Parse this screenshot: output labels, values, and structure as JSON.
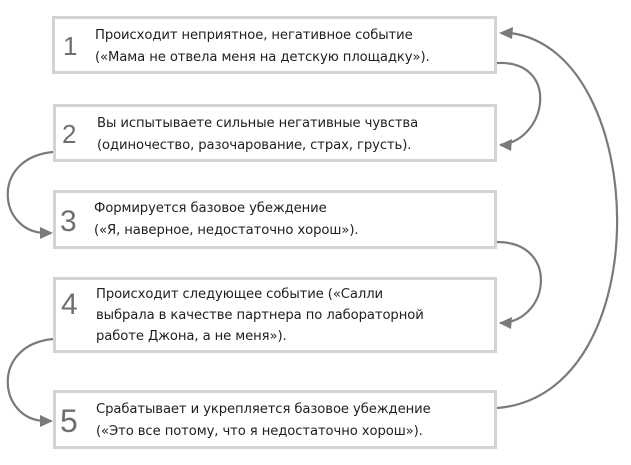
{
  "diagram": {
    "steps": [
      {
        "number": "1",
        "lines": [
          "Происходит неприятное, негативное событие",
          "(«Мама не отвела меня на детскую площадку»)."
        ]
      },
      {
        "number": "2",
        "lines": [
          "Вы испытываете сильные негативные чувства",
          "(одиночество, разочарование, страх, грусть)."
        ]
      },
      {
        "number": "3",
        "lines": [
          "Формируется базовое убеждение",
          "(«Я, наверное, недостаточно хорош»)."
        ]
      },
      {
        "number": "4",
        "lines": [
          "Происходит следующее событие («Салли",
          "выбрала в качестве партнера по лабораторной",
          "работе Джона, а не меня»)."
        ]
      },
      {
        "number": "5",
        "lines": [
          "Срабатывает и укрепляется базовое убеждение",
          "(«Это все потому, что я недостаточно хорош»)."
        ]
      }
    ],
    "connections": [
      {
        "from": "1",
        "to": "2",
        "side": "right"
      },
      {
        "from": "2",
        "to": "3",
        "side": "left"
      },
      {
        "from": "3",
        "to": "4",
        "side": "right"
      },
      {
        "from": "4",
        "to": "5",
        "side": "left"
      },
      {
        "from": "5",
        "to": "1",
        "side": "right-outer"
      }
    ],
    "colors": {
      "border": "#d3d3d3",
      "arrow": "#7a7a7a",
      "number": "#6f6f6f",
      "text": "#1f1f1f"
    }
  }
}
